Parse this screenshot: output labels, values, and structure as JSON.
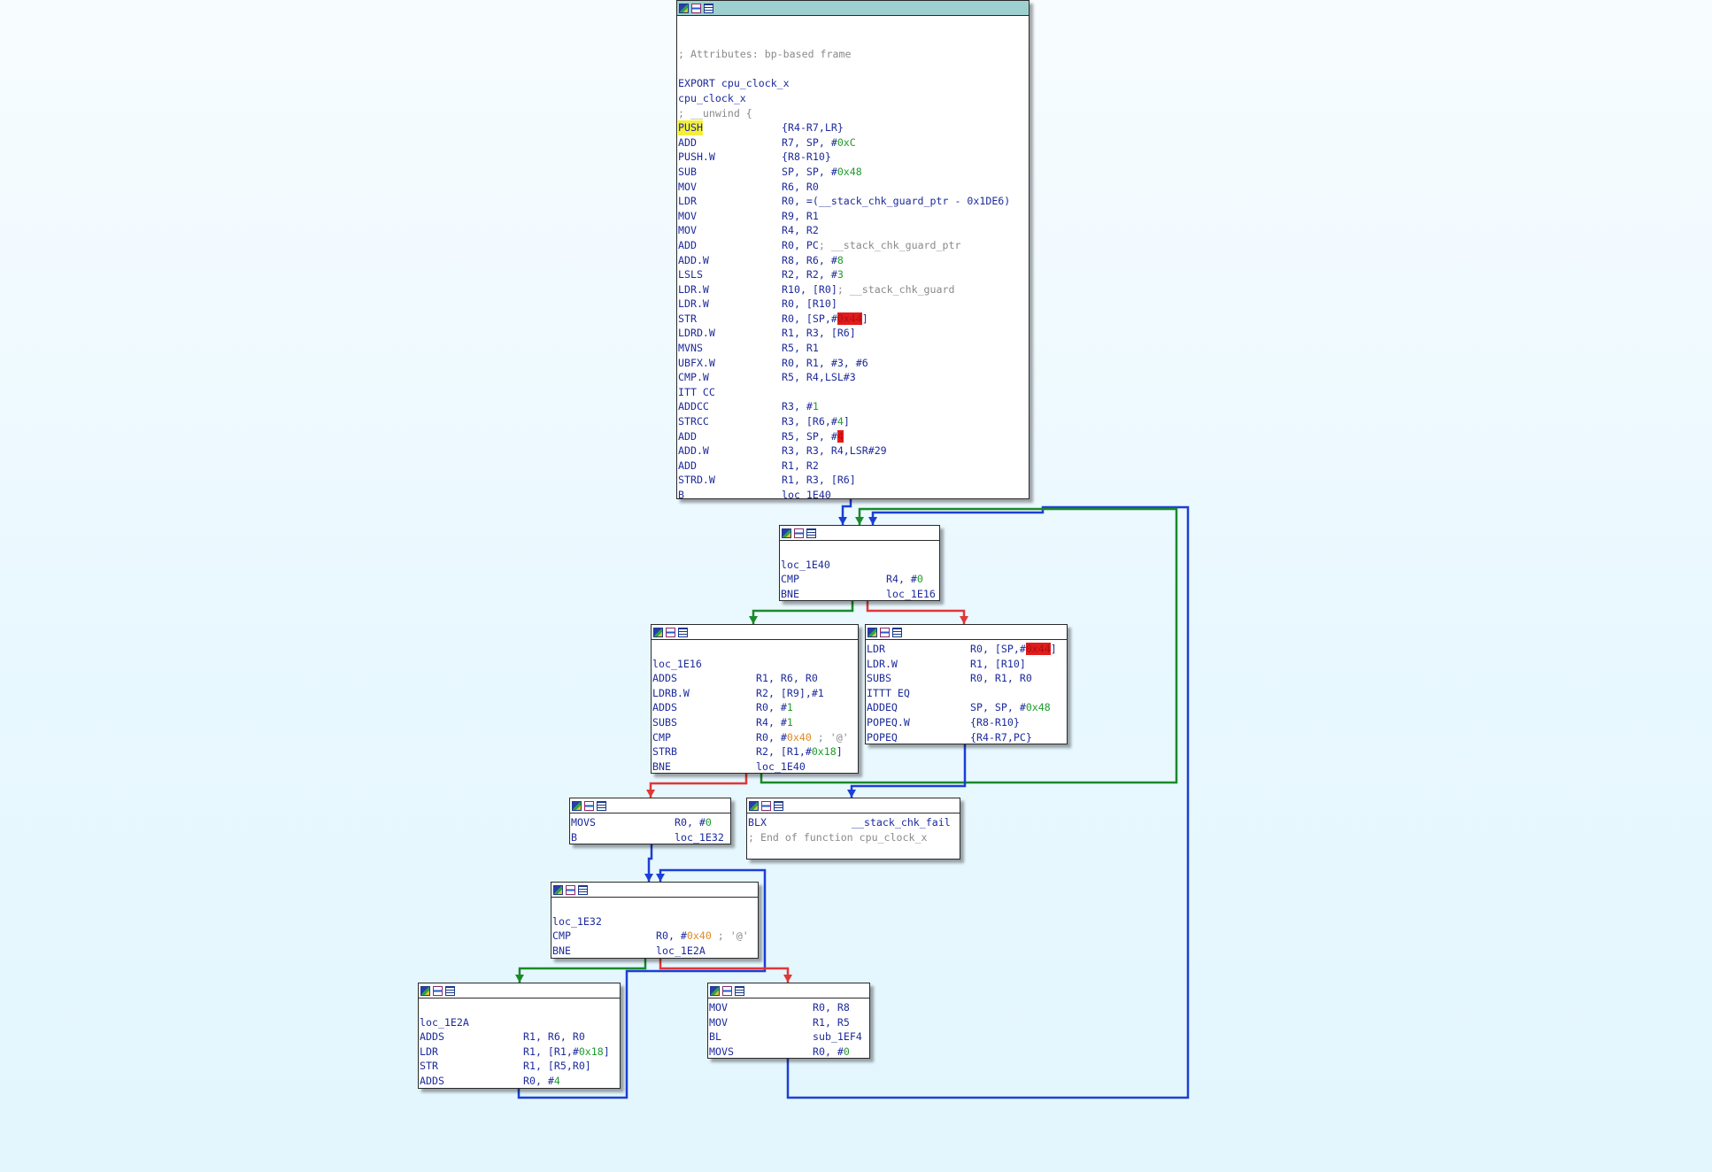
{
  "colors": {
    "edge_true": "#1a8a2a",
    "edge_false": "#e03838",
    "edge_uncond": "#1c3fd6",
    "selected_header": "#9fd0d0",
    "instruction": "#1c2a9c",
    "immediate": "#1f9a2c",
    "char_const": "#e08a22",
    "comment": "#8a8a8a"
  },
  "header_icons": [
    "color-icon",
    "graph-icon",
    "list-icon"
  ],
  "nodes": {
    "entry": {
      "lines": [
        {
          "text": ""
        },
        {
          "text": ""
        },
        {
          "cm": "; Attributes: bp-based frame"
        },
        {
          "text": ""
        },
        {
          "text": "EXPORT cpu_clock_x"
        },
        {
          "text": "cpu_clock_x"
        },
        {
          "cm": "; __unwind {"
        },
        {
          "mn": "PUSH",
          "op": "{R4-R7,LR}"
        },
        {
          "mn": "ADD",
          "op": "R7, SP, #",
          "num": "0xC"
        },
        {
          "mn": "PUSH.W",
          "op": "{R8-R10}"
        },
        {
          "mn": "SUB",
          "op": "SP, SP, #",
          "num": "0x48"
        },
        {
          "mn": "MOV",
          "op": "R6, R0"
        },
        {
          "mn": "LDR",
          "op": "R0, =(__stack_chk_guard_ptr - 0x1DE6)"
        },
        {
          "mn": "MOV",
          "op": "R9, R1"
        },
        {
          "mn": "MOV",
          "op": "R4, R2"
        },
        {
          "mn": "ADD",
          "op": "R0, PC",
          "cm": "; __stack_chk_guard_ptr"
        },
        {
          "mn": "ADD.W",
          "op": "R8, R6, #",
          "num": "8"
        },
        {
          "mn": "LSLS",
          "op": "R2, R2, #",
          "num": "3"
        },
        {
          "mn": "LDR.W",
          "op": "R10, [R0]",
          "cm": "; __stack_chk_guard"
        },
        {
          "mn": "LDR.W",
          "op": "R0, [R10]"
        },
        {
          "mn": "STR",
          "op": "R0, [SP,#",
          "hl": "0x44",
          "tail": "]"
        },
        {
          "mn": "LDRD.W",
          "op": "R1, R3, [R6]"
        },
        {
          "mn": "MVNS",
          "op": "R5, R1"
        },
        {
          "mn": "UBFX.W",
          "op": "R0, R1, #3, #6"
        },
        {
          "mn": "CMP.W",
          "op": "R5, R4,LSL#3"
        },
        {
          "mn": "ITT CC",
          "op": ""
        },
        {
          "mn": "ADDCC",
          "op": "R3, #",
          "num": "1"
        },
        {
          "mn": "STRCC",
          "op": "R3, [R6,#",
          "num": "4",
          "tail": "]"
        },
        {
          "mn": "ADD",
          "op": "R5, SP, #",
          "hl": "4"
        },
        {
          "mn": "ADD.W",
          "op": "R3, R3, R4,LSR#29"
        },
        {
          "mn": "ADD",
          "op": "R1, R2"
        },
        {
          "mn": "STRD.W",
          "op": "R1, R3, [R6]"
        },
        {
          "mn": "B",
          "op": "loc_1E40"
        }
      ]
    },
    "loc_1E40": {
      "lines": [
        {
          "text": ""
        },
        {
          "text": "loc_1E40"
        },
        {
          "mn": "CMP",
          "op": "R4, #",
          "num": "0"
        },
        {
          "mn": "BNE",
          "op": "loc_1E16"
        }
      ]
    },
    "loc_1E16": {
      "lines": [
        {
          "text": ""
        },
        {
          "text": "loc_1E16"
        },
        {
          "mn": "ADDS",
          "op": "R1, R6, R0"
        },
        {
          "mn": "LDRB.W",
          "op": "R2, [R9],#1"
        },
        {
          "mn": "ADDS",
          "op": "R0, #",
          "num": "1"
        },
        {
          "mn": "SUBS",
          "op": "R4, #",
          "num": "1"
        },
        {
          "mn": "CMP",
          "op": "R0, #",
          "orng": "0x40",
          "cm": " ; '@'"
        },
        {
          "mn": "STRB",
          "op": "R2, [R1,#",
          "num": "0x18",
          "tail": "]"
        },
        {
          "mn": "BNE",
          "op": "loc_1E40"
        }
      ]
    },
    "epilogue": {
      "lines": [
        {
          "mn": "LDR",
          "op": "R0, [SP,#",
          "hl": "0x44",
          "tail": "]"
        },
        {
          "mn": "LDR.W",
          "op": "R1, [R10]"
        },
        {
          "mn": "SUBS",
          "op": "R0, R1, R0"
        },
        {
          "mn": "ITTT EQ",
          "op": ""
        },
        {
          "mn": "ADDEQ",
          "op": "SP, SP, #",
          "num": "0x48"
        },
        {
          "mn": "POPEQ.W",
          "op": "{R8-R10}"
        },
        {
          "mn": "POPEQ",
          "op": "{R4-R7,PC}"
        }
      ]
    },
    "movs_block": {
      "lines": [
        {
          "mn": "MOVS",
          "op": "R0, #",
          "num": "0"
        },
        {
          "mn": "B",
          "op": "loc_1E32"
        }
      ]
    },
    "chk_fail": {
      "lines": [
        {
          "mn": "BLX",
          "op": "__stack_chk_fail"
        },
        {
          "cm": "; End of function cpu_clock_x"
        }
      ]
    },
    "loc_1E32": {
      "lines": [
        {
          "text": ""
        },
        {
          "text": "loc_1E32"
        },
        {
          "mn": "CMP",
          "op": "R0, #",
          "orng": "0x40",
          "cm": " ; '@'"
        },
        {
          "mn": "BNE",
          "op": "loc_1E2A"
        }
      ]
    },
    "loc_1E2A": {
      "lines": [
        {
          "text": ""
        },
        {
          "text": "loc_1E2A"
        },
        {
          "mn": "ADDS",
          "op": "R1, R6, R0"
        },
        {
          "mn": "LDR",
          "op": "R1, [R1,#",
          "num": "0x18",
          "tail": "]"
        },
        {
          "mn": "STR",
          "op": "R1, [R5,R0]"
        },
        {
          "mn": "ADDS",
          "op": "R0, #",
          "num": "4"
        }
      ]
    },
    "call_block": {
      "lines": [
        {
          "mn": "MOV",
          "op": "R0, R8"
        },
        {
          "mn": "MOV",
          "op": "R1, R5"
        },
        {
          "mn": "BL",
          "op": "sub_1EF4"
        },
        {
          "mn": "MOVS",
          "op": "R0, #",
          "num": "0"
        }
      ]
    }
  }
}
